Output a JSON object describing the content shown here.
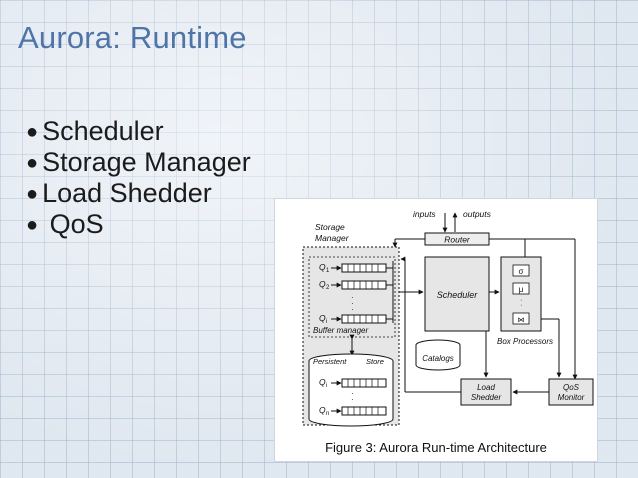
{
  "slide": {
    "title": "Aurora: Runtime",
    "bullets": [
      "Scheduler",
      "Storage Manager",
      "Load Shedder",
      "QoS"
    ]
  },
  "figure": {
    "caption": "Figure 3: Aurora Run-time Architecture",
    "io": {
      "inputs": "inputs",
      "outputs": "outputs"
    },
    "storage_label_1": "Storage",
    "storage_label_2": "Manager",
    "router": "Router",
    "scheduler": "Scheduler",
    "queues": [
      "Q",
      "Q",
      "Q"
    ],
    "queue_subs": [
      "1",
      "2",
      "i"
    ],
    "lower_queues": [
      "Q",
      "Q"
    ],
    "lower_queue_subs": [
      "i",
      "n"
    ],
    "buffer_manager": "Buffer manager",
    "persistent": "Persistent",
    "store": "Store",
    "catalogs": "Catalogs",
    "box_processors": "Box Processors",
    "box_symbols": [
      "σ",
      "μ",
      "⋈"
    ],
    "load_shedder_1": "Load",
    "load_shedder_2": "Shedder",
    "qos_monitor_1": "QoS",
    "qos_monitor_2": "Monitor"
  }
}
